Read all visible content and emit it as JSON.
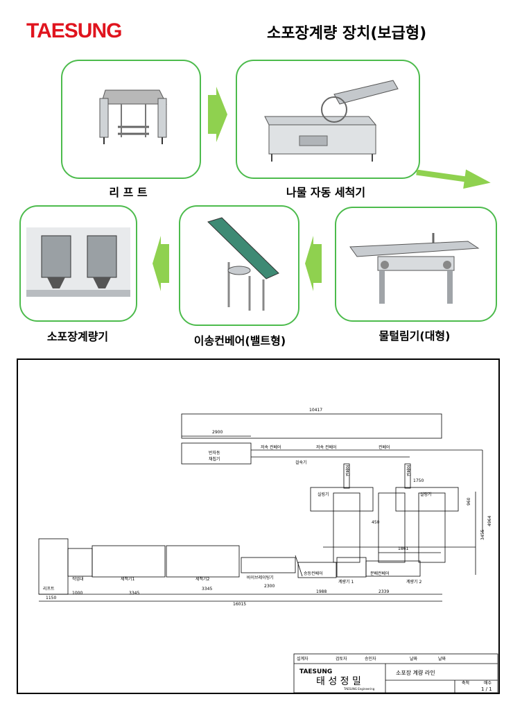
{
  "header": {
    "brand": "TAESUNG",
    "title": "소포장계량 장치(보급형)"
  },
  "colors": {
    "brand_red": "#e0141e",
    "card_border": "#4cbb4c",
    "arrow_green": "#8fd14f"
  },
  "steps": [
    {
      "label": "리 프 트",
      "icon": "lift-machine"
    },
    {
      "label": "나물 자동 세척기",
      "icon": "washer-machine"
    },
    {
      "label": "물털림기(대형)",
      "icon": "dewatering-machine"
    },
    {
      "label": "이송컨베어(밸트형)",
      "icon": "belt-conveyor"
    },
    {
      "label": "소포장계량기",
      "icon": "weighing-machine"
    }
  ],
  "drawing": {
    "dims": {
      "total_top": "10417",
      "d2900": "2900",
      "d1750": "1750",
      "d960": "960",
      "d3455": "3455",
      "d4964": "4964",
      "d1861": "1861",
      "d1150": "1150",
      "d1000": "1000",
      "d3345a": "3345",
      "d3345b": "3345",
      "d2300": "2300",
      "d1988": "1988",
      "d2339": "2339",
      "total_bottom": "16015",
      "d450": "450"
    },
    "labels": {
      "semi_auto_washer_1": "반자동",
      "semi_auto_washer_2": "채칩기",
      "conveyor_a": "저속 컨베어",
      "conveyor_b": "저속 컨베어",
      "conveyor_c": "컨베어",
      "return_conv": "걸숙기",
      "vert_conv_1": "컨베어",
      "vert_conv_2": "컨베어",
      "sealer_1": "실링기",
      "sealer_2": "실링기",
      "lift": "리프트",
      "workbench": "작업대",
      "washer1": "세척기1",
      "washer2": "세척기2",
      "vibrator": "바이브레이팅기",
      "rise_conv": "승등컨베어",
      "split_conv": "분배컨베어",
      "scale1": "계량기 1",
      "scale2": "계량기 2"
    },
    "title_block": {
      "col1": "설계자",
      "col2": "검토자",
      "col3": "승인자",
      "col4": "날짜",
      "col5": "날짜",
      "company_en": "TAESUNG",
      "company_kr": "태 성 정 밀",
      "company_sub": "TAESUNG Engineering",
      "drawing_title": "소포장 계량 라인",
      "scale_label": "축척",
      "sheet_label": "매수",
      "sheet_value": "1 / 1"
    }
  }
}
